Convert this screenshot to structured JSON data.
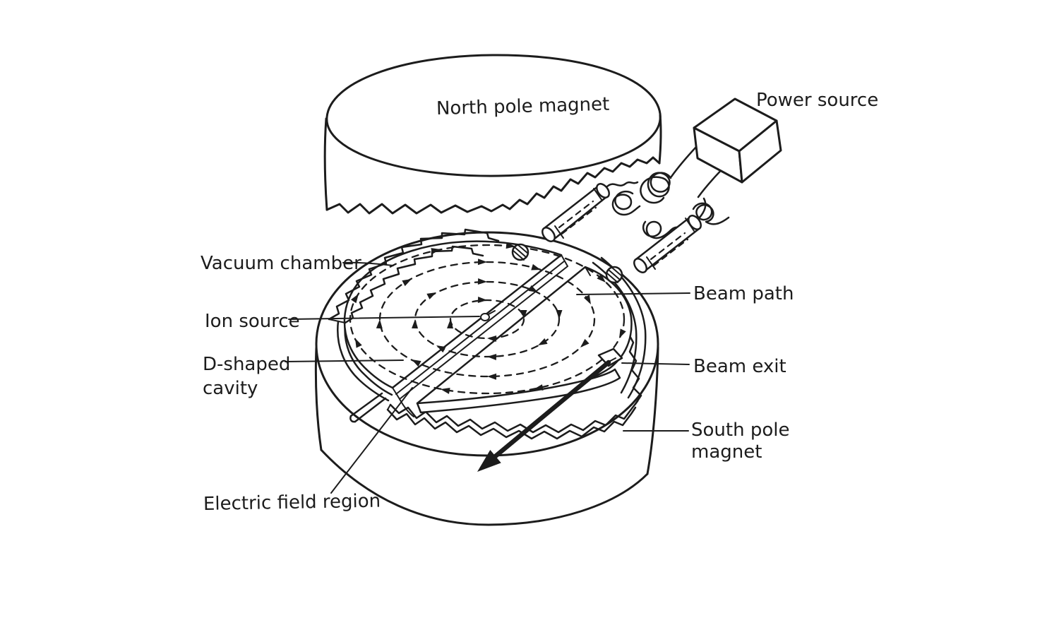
{
  "diagram": {
    "labels": {
      "north_pole_magnet": "North pole magnet",
      "power_source": "Power source",
      "vacuum_chamber": "Vacuum chamber",
      "ion_source": "Ion source",
      "d_shaped_cavity_1": "D-shaped",
      "d_shaped_cavity_2": "cavity",
      "electric_field_region": "Electric field region",
      "beam_path": "Beam path",
      "beam_exit": "Beam exit",
      "south_pole_magnet_1": "South pole",
      "south_pole_magnet_2": "magnet"
    },
    "colors": {
      "ink": "#1c1c1c",
      "background": "#ffffff"
    }
  }
}
